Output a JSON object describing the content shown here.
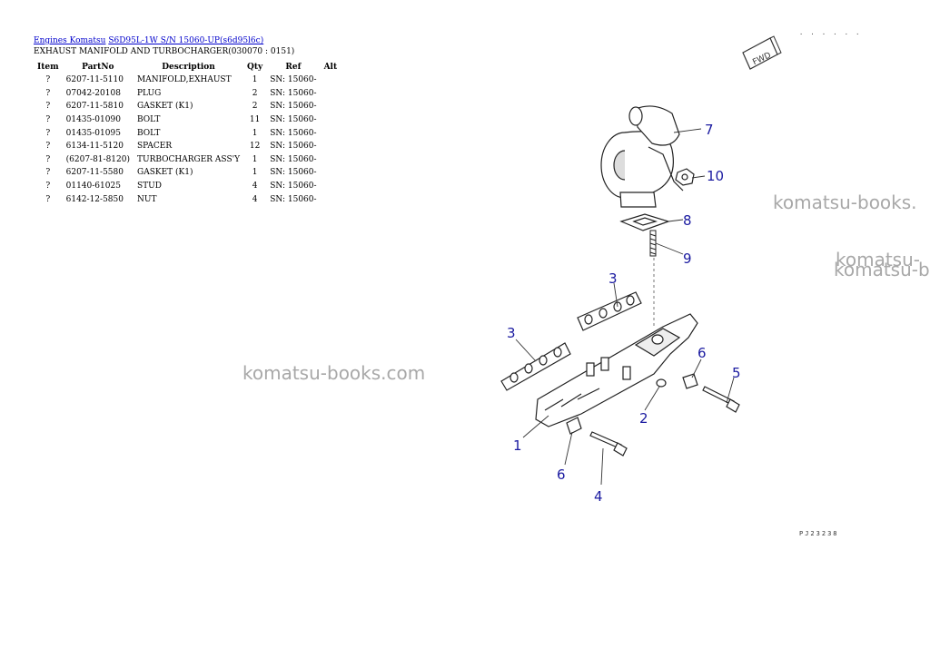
{
  "breadcrumb": {
    "engines_link": "Engines Komatsu",
    "model_link": "S6D95L-1W S/N 15060-UP(s6d95l6c)"
  },
  "page_title": "EXHAUST MANIFOLD AND TURBOCHARGER(030070 : 0151)",
  "table": {
    "headers": [
      "Item",
      "PartNo",
      "Description",
      "Qty",
      "Ref",
      "Alt"
    ],
    "rows": [
      [
        "?",
        "6207-11-5110",
        "MANIFOLD,EXHAUST",
        "1",
        "SN: 15060-",
        ""
      ],
      [
        "?",
        "07042-20108",
        "PLUG",
        "2",
        "SN: 15060-",
        ""
      ],
      [
        "?",
        "6207-11-5810",
        "GASKET (K1)",
        "2",
        "SN: 15060-",
        ""
      ],
      [
        "?",
        "01435-01090",
        "BOLT",
        "11",
        "SN: 15060-",
        ""
      ],
      [
        "?",
        "01435-01095",
        "BOLT",
        "1",
        "SN: 15060-",
        ""
      ],
      [
        "?",
        "6134-11-5120",
        "SPACER",
        "12",
        "SN: 15060-",
        ""
      ],
      [
        "?",
        "(6207-81-8120)",
        "TURBOCHARGER ASS'Y",
        "1",
        "SN: 15060-",
        ""
      ],
      [
        "?",
        "6207-11-5580",
        "GASKET (K1)",
        "1",
        "SN: 15060-",
        ""
      ],
      [
        "?",
        "01140-61025",
        "STUD",
        "4",
        "SN: 15060-",
        ""
      ],
      [
        "?",
        "6142-12-5850",
        "NUT",
        "4",
        "SN: 15060-",
        ""
      ]
    ]
  },
  "watermark": {
    "center": "komatsu-books.com",
    "right": "komatsu-books.",
    "right2": "komatsu-",
    "right3": "komatsu-b"
  },
  "diagram": {
    "fwd_label": "FWD",
    "callouts": [
      "7",
      "10",
      "8",
      "9",
      "3",
      "3",
      "6",
      "5",
      "2",
      "1",
      "6",
      "4"
    ],
    "drawing_code": "PJ23238",
    "top_code": "· · · · · ·"
  },
  "colors": {
    "link": "#0000cc",
    "callout": "#1a1aa0",
    "watermark": "#a8a8a8"
  }
}
